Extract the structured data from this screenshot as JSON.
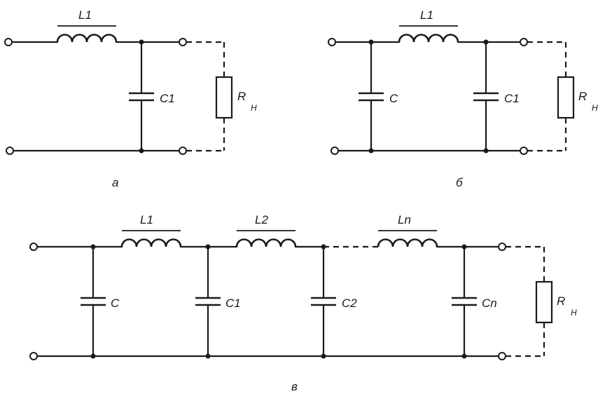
{
  "diagrams": {
    "a": {
      "caption": "а",
      "inductor": "L1",
      "capacitor": "C1",
      "load": "R",
      "load_sub": "Н"
    },
    "b": {
      "caption": "б",
      "inductor": "L1",
      "capacitor_in": "C",
      "capacitor_out": "C1",
      "load": "R",
      "load_sub": "Н"
    },
    "c": {
      "caption": "в",
      "inductors": [
        "L1",
        "L2",
        "Ln"
      ],
      "capacitors": [
        "C",
        "C1",
        "C2",
        "Cn"
      ],
      "load": "R",
      "load_sub": "Н"
    }
  }
}
